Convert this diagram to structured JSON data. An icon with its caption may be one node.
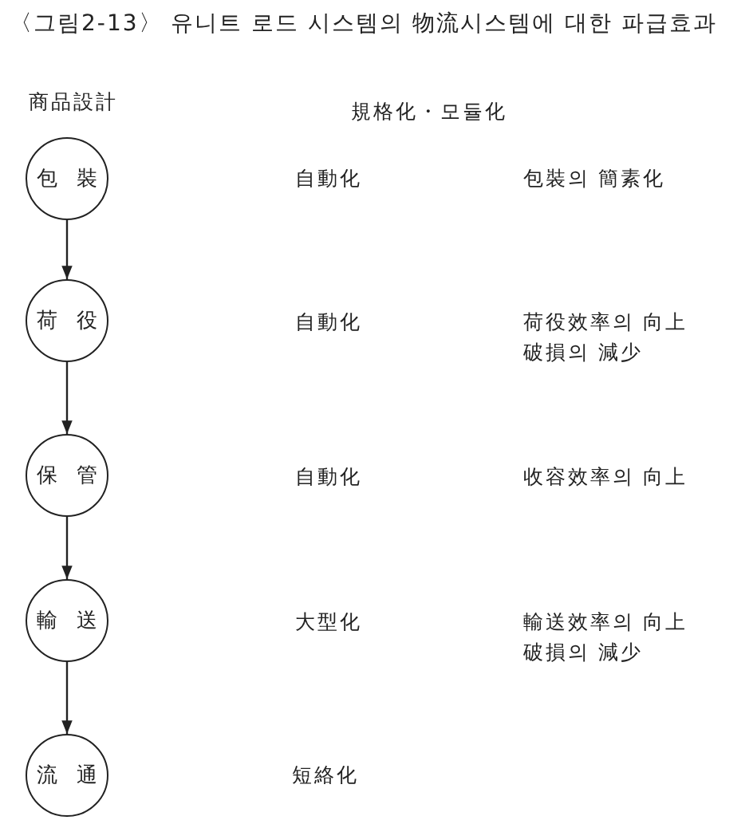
{
  "diagram": {
    "title": "〈그림2-13〉 유니트 로드 시스템의 物流시스템에 대한 파급효과",
    "nodes": [
      {
        "text": [
          "包 裝"
        ]
      },
      {
        "text": [
          "荷 役"
        ]
      },
      {
        "text": [
          "保 管"
        ]
      },
      {
        "text": [
          "輸 送"
        ]
      },
      {
        "text": [
          "流 通"
        ]
      }
    ],
    "edges": [
      {
        "from": 0,
        "to": 1,
        "arrow": "to"
      },
      {
        "from": 1,
        "to": 2,
        "arrow": "to"
      },
      {
        "from": 2,
        "to": 3,
        "arrow": "to"
      },
      {
        "from": 3,
        "to": 4,
        "arrow": "to"
      }
    ],
    "labels": [
      "商品設計",
      "規格化・모듈化",
      "自動化",
      "包裝의 簡素化",
      "自動化",
      "荷役效率의 向上",
      "破損의 減少",
      "自動化",
      "收容效率의 向上",
      "大型化",
      "輸送效率의 向上",
      "破損의 減少",
      "短絡化"
    ]
  }
}
